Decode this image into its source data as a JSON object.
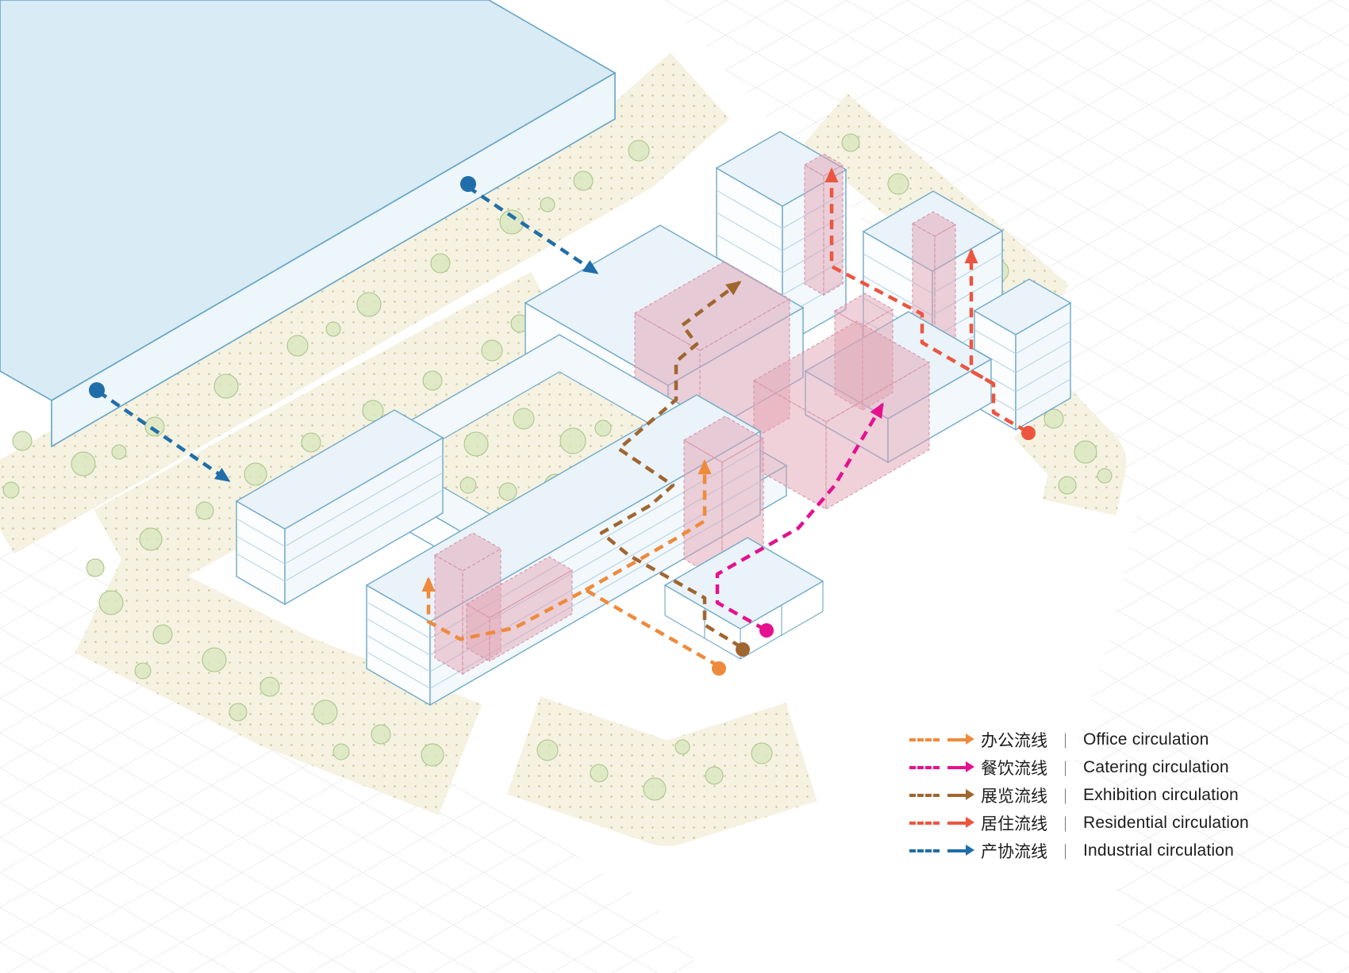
{
  "legend": {
    "separator": "｜",
    "items": [
      {
        "name": "office",
        "zh": "办公流线",
        "en": "Office circulation",
        "color": "#EF8A3B"
      },
      {
        "name": "catering",
        "zh": "餐饮流线",
        "en": "Catering circulation",
        "color": "#E5118F"
      },
      {
        "name": "exhibition",
        "zh": "展览流线",
        "en": "Exhibition circulation",
        "color": "#A0662F"
      },
      {
        "name": "residential",
        "zh": "居住流线",
        "en": "Residential circulation",
        "color": "#EC5540"
      },
      {
        "name": "industrial",
        "zh": "产协流线",
        "en": "Industrial circulation",
        "color": "#1F6EA9"
      }
    ]
  },
  "palette": {
    "building_outline": "#6FA9C9",
    "big_hall_roof": "#D9EBF4",
    "program_volume_pink": "#E2A3B3",
    "landscape_green": "#D9E6BF",
    "ground_dots": "#CFC8A2",
    "context_grid": "#DFDFDF"
  }
}
